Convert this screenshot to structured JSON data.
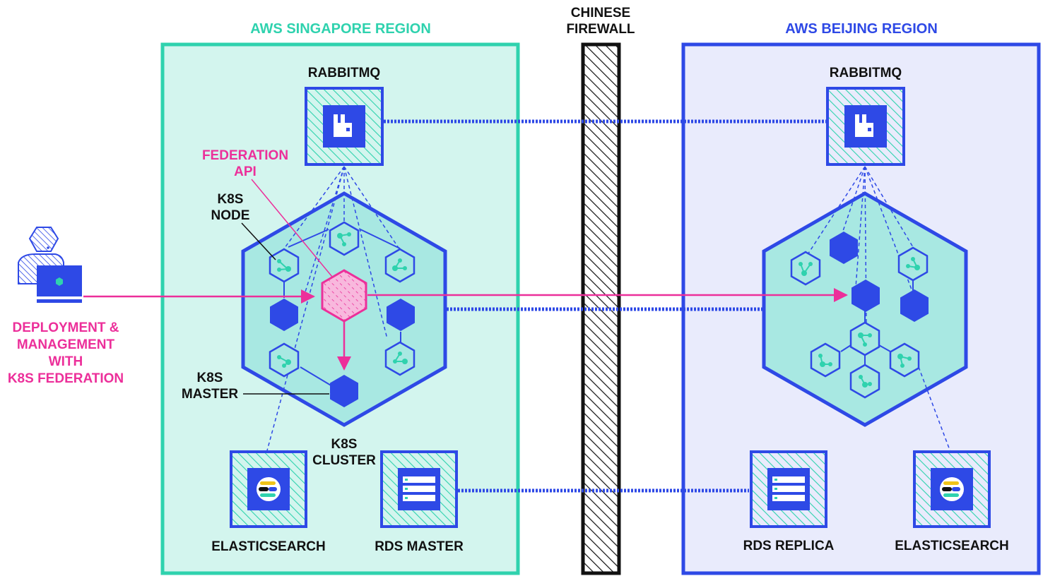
{
  "colors": {
    "teal": "#2fd2ae",
    "teal_fill": "#d3f5ee",
    "teal_inner": "#a8e8e2",
    "blue": "#2e49e6",
    "blue_fill": "#e9ebfc",
    "magenta": "#ec2f9a",
    "magenta_fill": "#f8b8dd",
    "black": "#111111"
  },
  "regions": {
    "singapore": {
      "title": "AWS SINGAPORE REGION"
    },
    "beijing": {
      "title": "AWS BEIJING REGION"
    }
  },
  "firewall": {
    "line1": "CHINESE",
    "line2": "FIREWALL"
  },
  "user": {
    "label_lines": [
      "DEPLOYMENT &",
      "MANAGEMENT",
      "WITH",
      "K8S FEDERATION"
    ],
    "icon": "user-with-laptop-icon"
  },
  "singapore": {
    "rabbitmq": "RABBITMQ",
    "federation_api": [
      "FEDERATION",
      "API"
    ],
    "k8s_node": [
      "K8S",
      "NODE"
    ],
    "k8s_master": [
      "K8S",
      "MASTER"
    ],
    "k8s_cluster": [
      "K8S",
      "CLUSTER"
    ],
    "elasticsearch": "ELASTICSEARCH",
    "rds": "RDS MASTER"
  },
  "beijing": {
    "rabbitmq": "RABBITMQ",
    "rds": "RDS REPLICA",
    "elasticsearch": "ELASTICSEARCH"
  },
  "icons": {
    "rabbitmq": "rabbitmq-icon",
    "elasticsearch": "elasticsearch-icon",
    "rds": "database-server-icon",
    "node": "k8s-node-icon",
    "master": "k8s-master-icon"
  }
}
